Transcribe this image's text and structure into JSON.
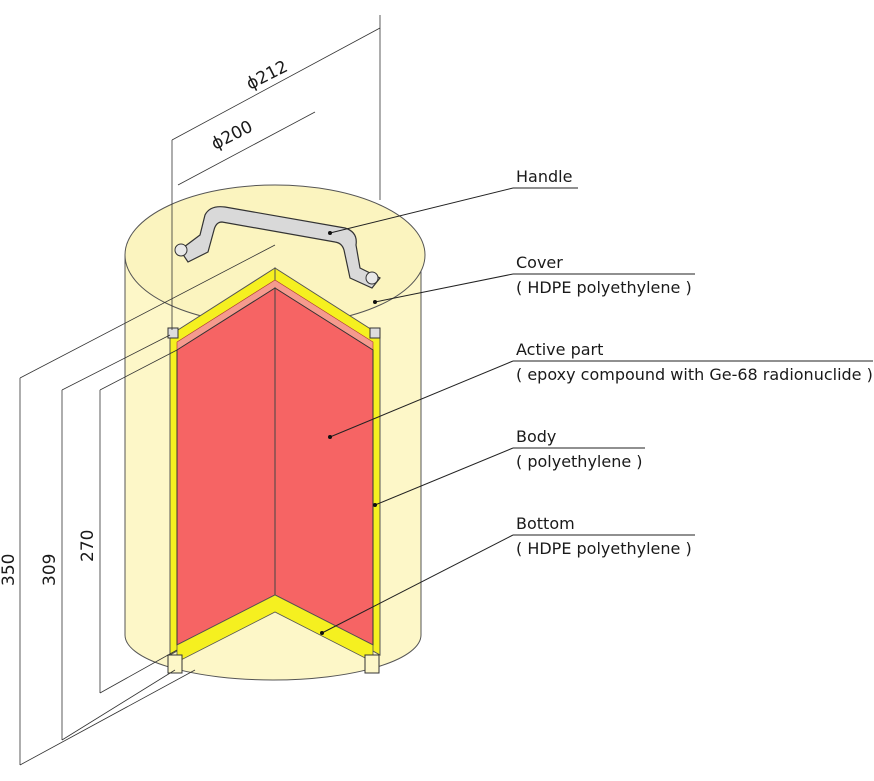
{
  "dimensions": {
    "d_outer": "ϕ212",
    "d_inner": "ϕ200",
    "h_total": "350",
    "h_body": "309",
    "h_active": "270"
  },
  "callouts": [
    {
      "title": "Handle",
      "subtitle": ""
    },
    {
      "title": "Cover",
      "subtitle": "( HDPE polyethylene )"
    },
    {
      "title": "Active part",
      "subtitle": "( epoxy compound with Ge-68 radionuclide )"
    },
    {
      "title": "Body",
      "subtitle": "( polyethylene )"
    },
    {
      "title": "Bottom",
      "subtitle": "( HDPE polyethylene )"
    }
  ],
  "colors": {
    "shell": "#fdf7c8",
    "cover": "#fbf4bf",
    "yellow": "#f5f020",
    "active": "#f66464",
    "active_top": "#f59a8e",
    "handle": "#d9d9d9"
  }
}
